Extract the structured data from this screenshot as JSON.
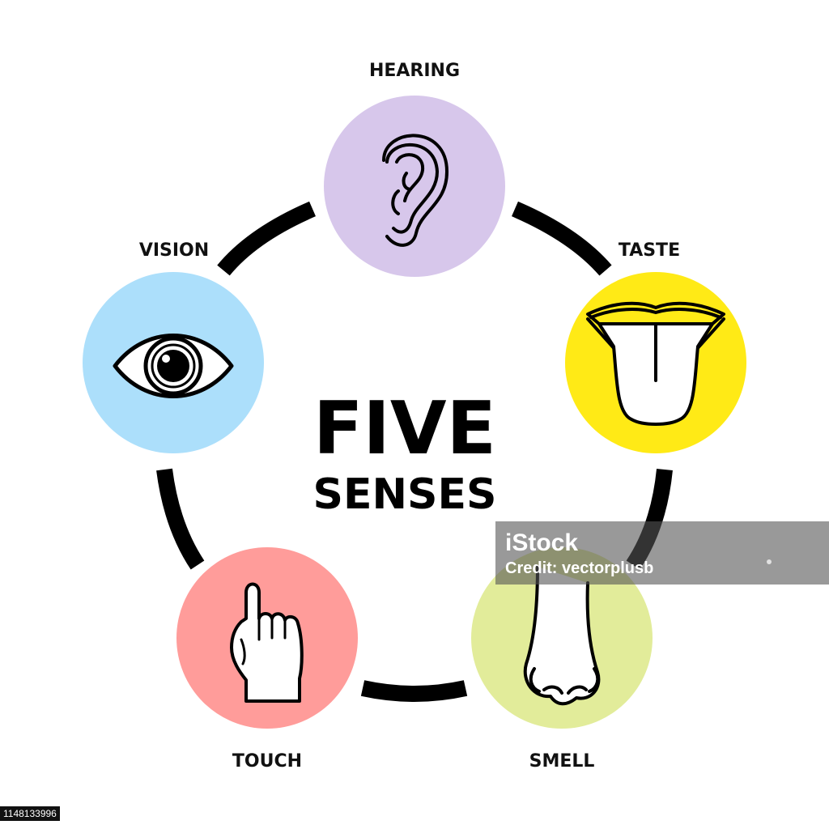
{
  "title": {
    "line1": "FIVE",
    "line2": "SENSES"
  },
  "senses": [
    {
      "label": "HEARING",
      "icon": "ear-icon",
      "color": "#D7C7EB"
    },
    {
      "label": "TASTE",
      "icon": "tongue-icon",
      "color": "#FFEA16"
    },
    {
      "label": "SMELL",
      "icon": "nose-icon",
      "color": "#E2EC9A"
    },
    {
      "label": "TOUCH",
      "icon": "pointing-hand-icon",
      "color": "#FF9C9A"
    },
    {
      "label": "VISION",
      "icon": "eye-icon",
      "color": "#ACDFFB"
    }
  ],
  "watermark": {
    "brand": "iStock",
    "credit": "Credit: vectorplusb"
  },
  "stock_id": "1148133996"
}
